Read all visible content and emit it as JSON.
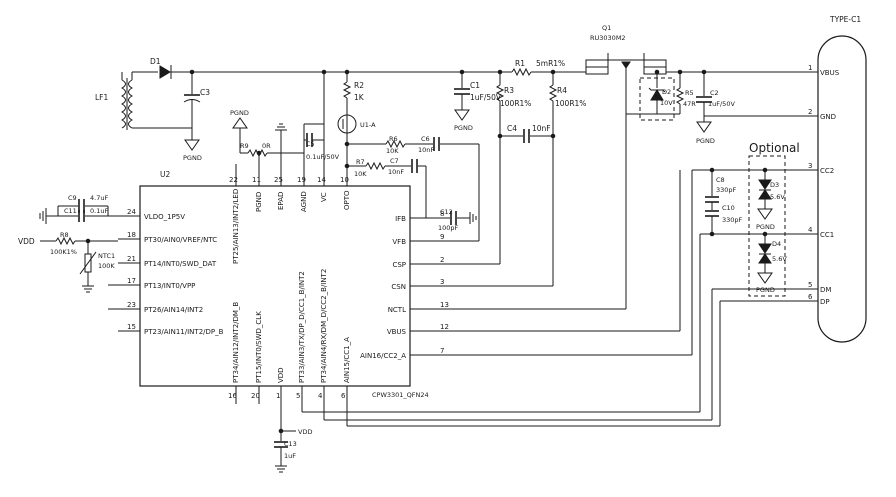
{
  "connector": {
    "title": "TYPE-C1",
    "pins": [
      {
        "num": "1",
        "name": "VBUS"
      },
      {
        "num": "2",
        "name": "GND"
      },
      {
        "num": "3",
        "name": "CC2"
      },
      {
        "num": "4",
        "name": "CC1"
      },
      {
        "num": "5",
        "name": "DM"
      },
      {
        "num": "6",
        "name": "DP"
      }
    ]
  },
  "ic": {
    "ref": "U2",
    "part": "CPW3301_QFN24",
    "left_pins": [
      {
        "num": "24",
        "name": "VLDO_1P5V"
      },
      {
        "num": "18",
        "name": "PT30/AIN0/VREF/NTC"
      },
      {
        "num": "21",
        "name": "PT14/INT0/SWD_DAT"
      },
      {
        "num": "17",
        "name": "PT13/INT0/VPP"
      },
      {
        "num": "23",
        "name": "PT26/AIN14/INT2"
      },
      {
        "num": "15",
        "name": "PT23/AIN11/INT2/DP_B"
      }
    ],
    "right_pins": [
      {
        "num": "8",
        "name": "IFB"
      },
      {
        "num": "9",
        "name": "VFB"
      },
      {
        "num": "2",
        "name": "CSP"
      },
      {
        "num": "3",
        "name": "CSN"
      },
      {
        "num": "13",
        "name": "NCTL"
      },
      {
        "num": "12",
        "name": "VBUS"
      },
      {
        "num": "7",
        "name": "AIN16/CC2_A"
      }
    ],
    "top_pins": [
      {
        "num": "22",
        "name": "PT25/AIN13/INT2/LED"
      },
      {
        "num": "11",
        "name": "PGND"
      },
      {
        "num": "25",
        "name": "EPAD"
      },
      {
        "num": "19",
        "name": "AGND"
      },
      {
        "num": "14",
        "name": "VC"
      },
      {
        "num": "10",
        "name": "OPTO"
      }
    ],
    "bottom_pins": [
      {
        "num": "16",
        "name": "PT34/AIN12/INT2/DM_B"
      },
      {
        "num": "20",
        "name": "PT15/INT0/SWD_CLK"
      },
      {
        "num": "1",
        "name": "VDD"
      },
      {
        "num": "5",
        "name": "PT33/AIN3/TX/DP_D/CC1_B/INT2"
      },
      {
        "num": "4",
        "name": "PT34/AIN4/RX/DM_D/CC2_B/INT2"
      },
      {
        "num": "6",
        "name": "AIN15/CC1_A"
      }
    ]
  },
  "parts": {
    "d1": "D1",
    "lf1": "LF1",
    "c3": "C3",
    "pgnd": "PGND",
    "r2": "R2",
    "r2_val": "1K",
    "u1": "U1-A",
    "c1": "C1",
    "c1_val": "1uF/50V",
    "r1": "R1",
    "r1_val": "5mR1%",
    "r3": "R3",
    "r3_val": "100R1%",
    "r4": "R4",
    "r4_val": "100R1%",
    "c4": "C4",
    "c4_val": "10nF",
    "q1": "Q1",
    "q1_part": "RU3030M2",
    "d2": "D2",
    "d2_val": "10V",
    "r5": "R5",
    "r5_val": "47R",
    "c2": "C2",
    "c2_val": "1uF/50V",
    "r9": "R9",
    "r9_val": "0R",
    "c5": "C5",
    "c5_val": "0.1uF/50V",
    "r6": "R6",
    "r6_val": "10K",
    "c6": "C6",
    "c6_val": "10nF",
    "r7": "R7",
    "r7_val": "10K",
    "c7": "C7",
    "c7_val": "10nF",
    "c12": "C12",
    "c12_val": "100pF",
    "c9": "C9",
    "c9_val": "4.7uF",
    "c11": "C11",
    "c11_val": "0.1uF",
    "vdd": "VDD",
    "r8": "R8",
    "r8_val": "100K1%",
    "ntc": "NTC1",
    "ntc_val": "100K",
    "c13": "C13",
    "c13_val": "1uF",
    "optional": "Optional",
    "c8": "C8",
    "c8_val": "330pF",
    "c10": "C10",
    "c10_val": "330pF",
    "d3": "D3",
    "d3_val": "5.6V",
    "d4": "D4",
    "d4_val": "5.6V"
  }
}
